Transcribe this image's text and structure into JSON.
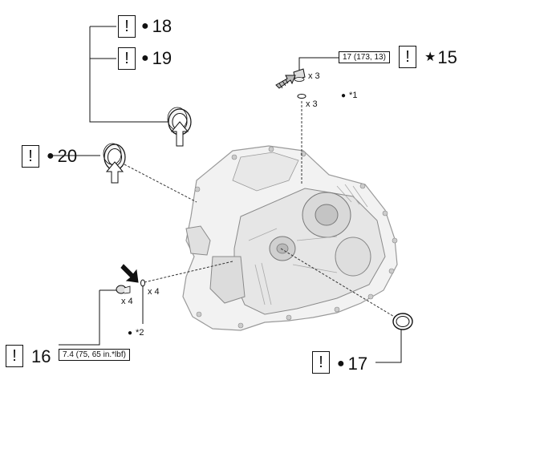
{
  "callouts": {
    "p18": {
      "warn": "!",
      "label": "18"
    },
    "p19": {
      "warn": "!",
      "label": "19"
    },
    "p20": {
      "warn": "!",
      "label": "20"
    },
    "p15": {
      "warn": "!",
      "label": "15"
    },
    "p16": {
      "warn": "!",
      "label": "16"
    },
    "p17": {
      "warn": "!",
      "label": "17"
    }
  },
  "torques": {
    "t15": "17 (173, 13)",
    "t16": "7.4 (75, 65 in.*lbf)"
  },
  "quantities": {
    "q15_bolt": "x 3",
    "q15_ring": "x 3",
    "q16_bolt": "x 4",
    "q16_ring": "x 4"
  },
  "notes": {
    "n1": "*1",
    "n2": "*2"
  },
  "icons": [
    "warning-box",
    "new-part-dot",
    "torque-star",
    "oil-arrow",
    "install-arrow"
  ]
}
